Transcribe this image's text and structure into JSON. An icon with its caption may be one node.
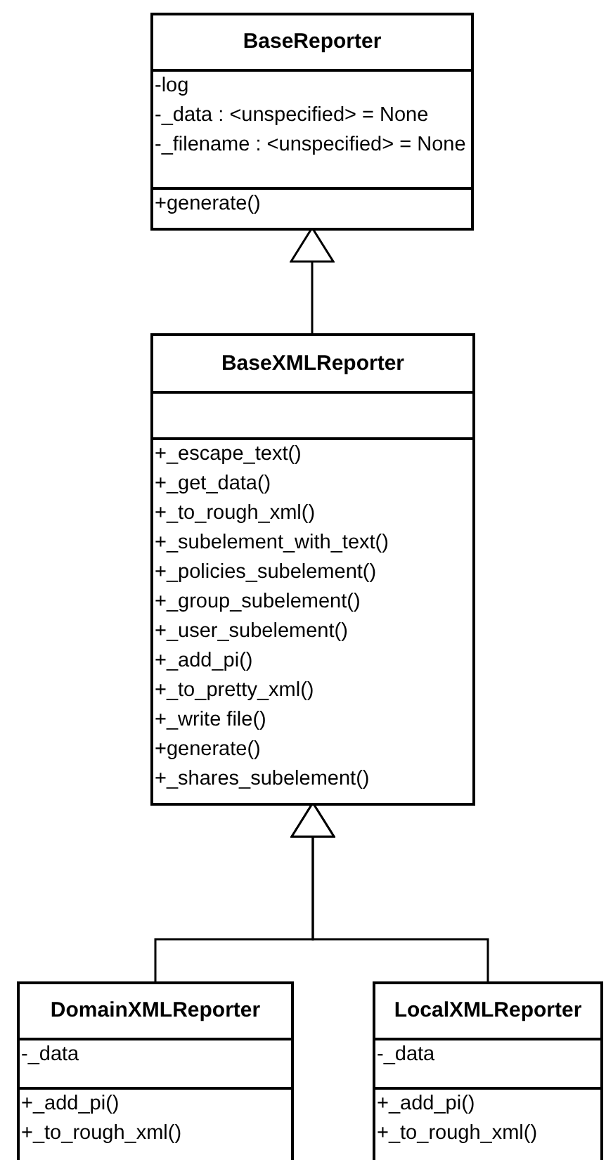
{
  "diagram": {
    "nodes": [
      {
        "text": [
          "BaseReporter"
        ]
      },
      {
        "text": [
          "-log",
          "-_data : <unspecified> = None",
          "-_filename : <unspecified> = None"
        ],
        "in": 0
      },
      {
        "text": [
          "+generate()"
        ],
        "in": 0
      },
      {
        "text": [
          "BaseXMLReporter"
        ]
      },
      {
        "text": [],
        "shape": "box",
        "in": 3
      },
      {
        "text": [
          "+_escape_text()",
          "+_get_data()",
          "+_to_rough_xml()",
          "+_subelement_with_text()",
          "+_policies_subelement()",
          "+_group_subelement()",
          "+_user_subelement()",
          "+_add_pi()",
          "+_to_pretty_xml()",
          "+_write file()",
          "+generate()",
          "+_shares_subelement()"
        ],
        "in": 3
      },
      {
        "text": [
          "DomainXMLReporter"
        ]
      },
      {
        "text": [
          "-_data"
        ],
        "in": 6
      },
      {
        "text": [
          "+_add_pi()",
          "+_to_rough_xml()"
        ],
        "in": 6
      },
      {
        "text": [
          "LocalXMLReporter"
        ]
      },
      {
        "text": [
          "-_data"
        ],
        "in": 9
      },
      {
        "text": [
          "+_add_pi()",
          "+_to_rough_xml()"
        ],
        "in": 9
      }
    ],
    "edges": [
      {
        "from": 3,
        "to": 0,
        "arrow": "to"
      },
      {
        "from": 6,
        "to": 3,
        "arrow": "to"
      },
      {
        "from": 9,
        "to": 3,
        "arrow": "to"
      }
    ]
  }
}
